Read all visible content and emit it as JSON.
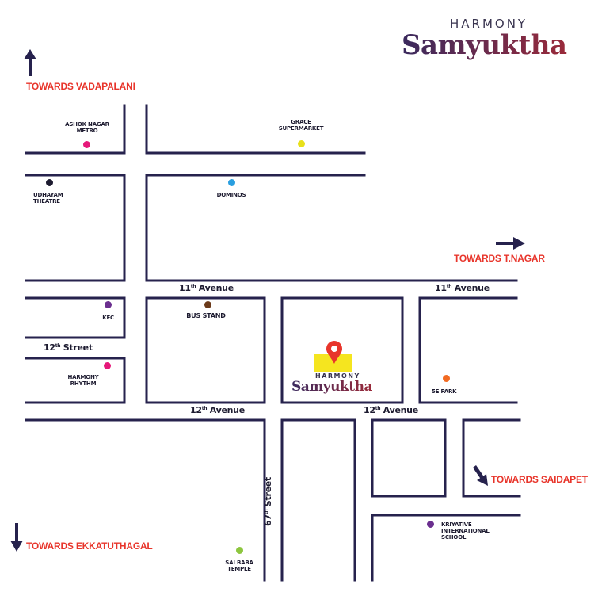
{
  "logo": {
    "top": "HARMONY",
    "bottom": "Samyuktha"
  },
  "colors": {
    "road": "#26224d",
    "direction_text": "#e8352b",
    "brand_gradient_start": "#3a2a5e",
    "brand_gradient_end": "#9a2a3a",
    "highlight": "#f5e51f",
    "pin": "#e8352b"
  },
  "directions": {
    "north": {
      "label": "TOWARDS VADAPALANI",
      "icon": "arrow-up-icon"
    },
    "east": {
      "label": "TOWARDS T.NAGAR",
      "icon": "arrow-right-icon"
    },
    "southeast": {
      "label": "TOWARDS SAIDAPET",
      "icon": "arrow-down-right-icon"
    },
    "south": {
      "label": "TOWARDS EKKATUTHAGAL",
      "icon": "arrow-down-icon"
    }
  },
  "streets": {
    "eleventh_left": {
      "num": "11",
      "sup": "th",
      "name": "Avenue"
    },
    "eleventh_right": {
      "num": "11",
      "sup": "th",
      "name": "Avenue"
    },
    "twelfth_left": {
      "num": "12",
      "sup": "th",
      "name": "Avenue"
    },
    "twelfth_right": {
      "num": "12",
      "sup": "th",
      "name": "Avenue"
    },
    "twelfth_street": {
      "num": "12",
      "sup": "th",
      "name": "Street"
    },
    "sixty_seventh": {
      "num": "67",
      "sup": "th",
      "name": "Street"
    }
  },
  "landmarks": {
    "ashok_nagar_metro": {
      "line1": "ASHOK NAGAR",
      "line2": "METRO",
      "color": "#e6197a"
    },
    "grace_supermarket": {
      "line1": "GRACE",
      "line2": "SUPERMARKET",
      "color": "#e8e01a"
    },
    "udhayam_theatre": {
      "line1": "UDHAYAM",
      "line2": "THEATRE",
      "color": "#1d1b30"
    },
    "dominos": {
      "line1": "DOMINOS",
      "color": "#2a9fe0"
    },
    "kfc": {
      "line1": "KFC",
      "color": "#6b2f8f"
    },
    "bus_stand": {
      "line1": "BUS STAND",
      "color": "#6b3a1a"
    },
    "harmony_rhythm": {
      "line1": "HARMONY",
      "line2": "RHYTHM",
      "color": "#e6197a"
    },
    "five_e_park": {
      "line1": "5E PARK",
      "color": "#f26a21"
    },
    "kriyative_school": {
      "line1": "KRIYATIVE",
      "line2": "INTERNATIONAL",
      "line3": "SCHOOL",
      "color": "#6b2f8f"
    },
    "sai_baba_temple": {
      "line1": "SAI BABA",
      "line2": "TEMPLE",
      "color": "#8dc63f"
    }
  },
  "project": {
    "top": "HARMONY",
    "bottom": "Samyuktha",
    "icon": "location-pin-icon"
  }
}
